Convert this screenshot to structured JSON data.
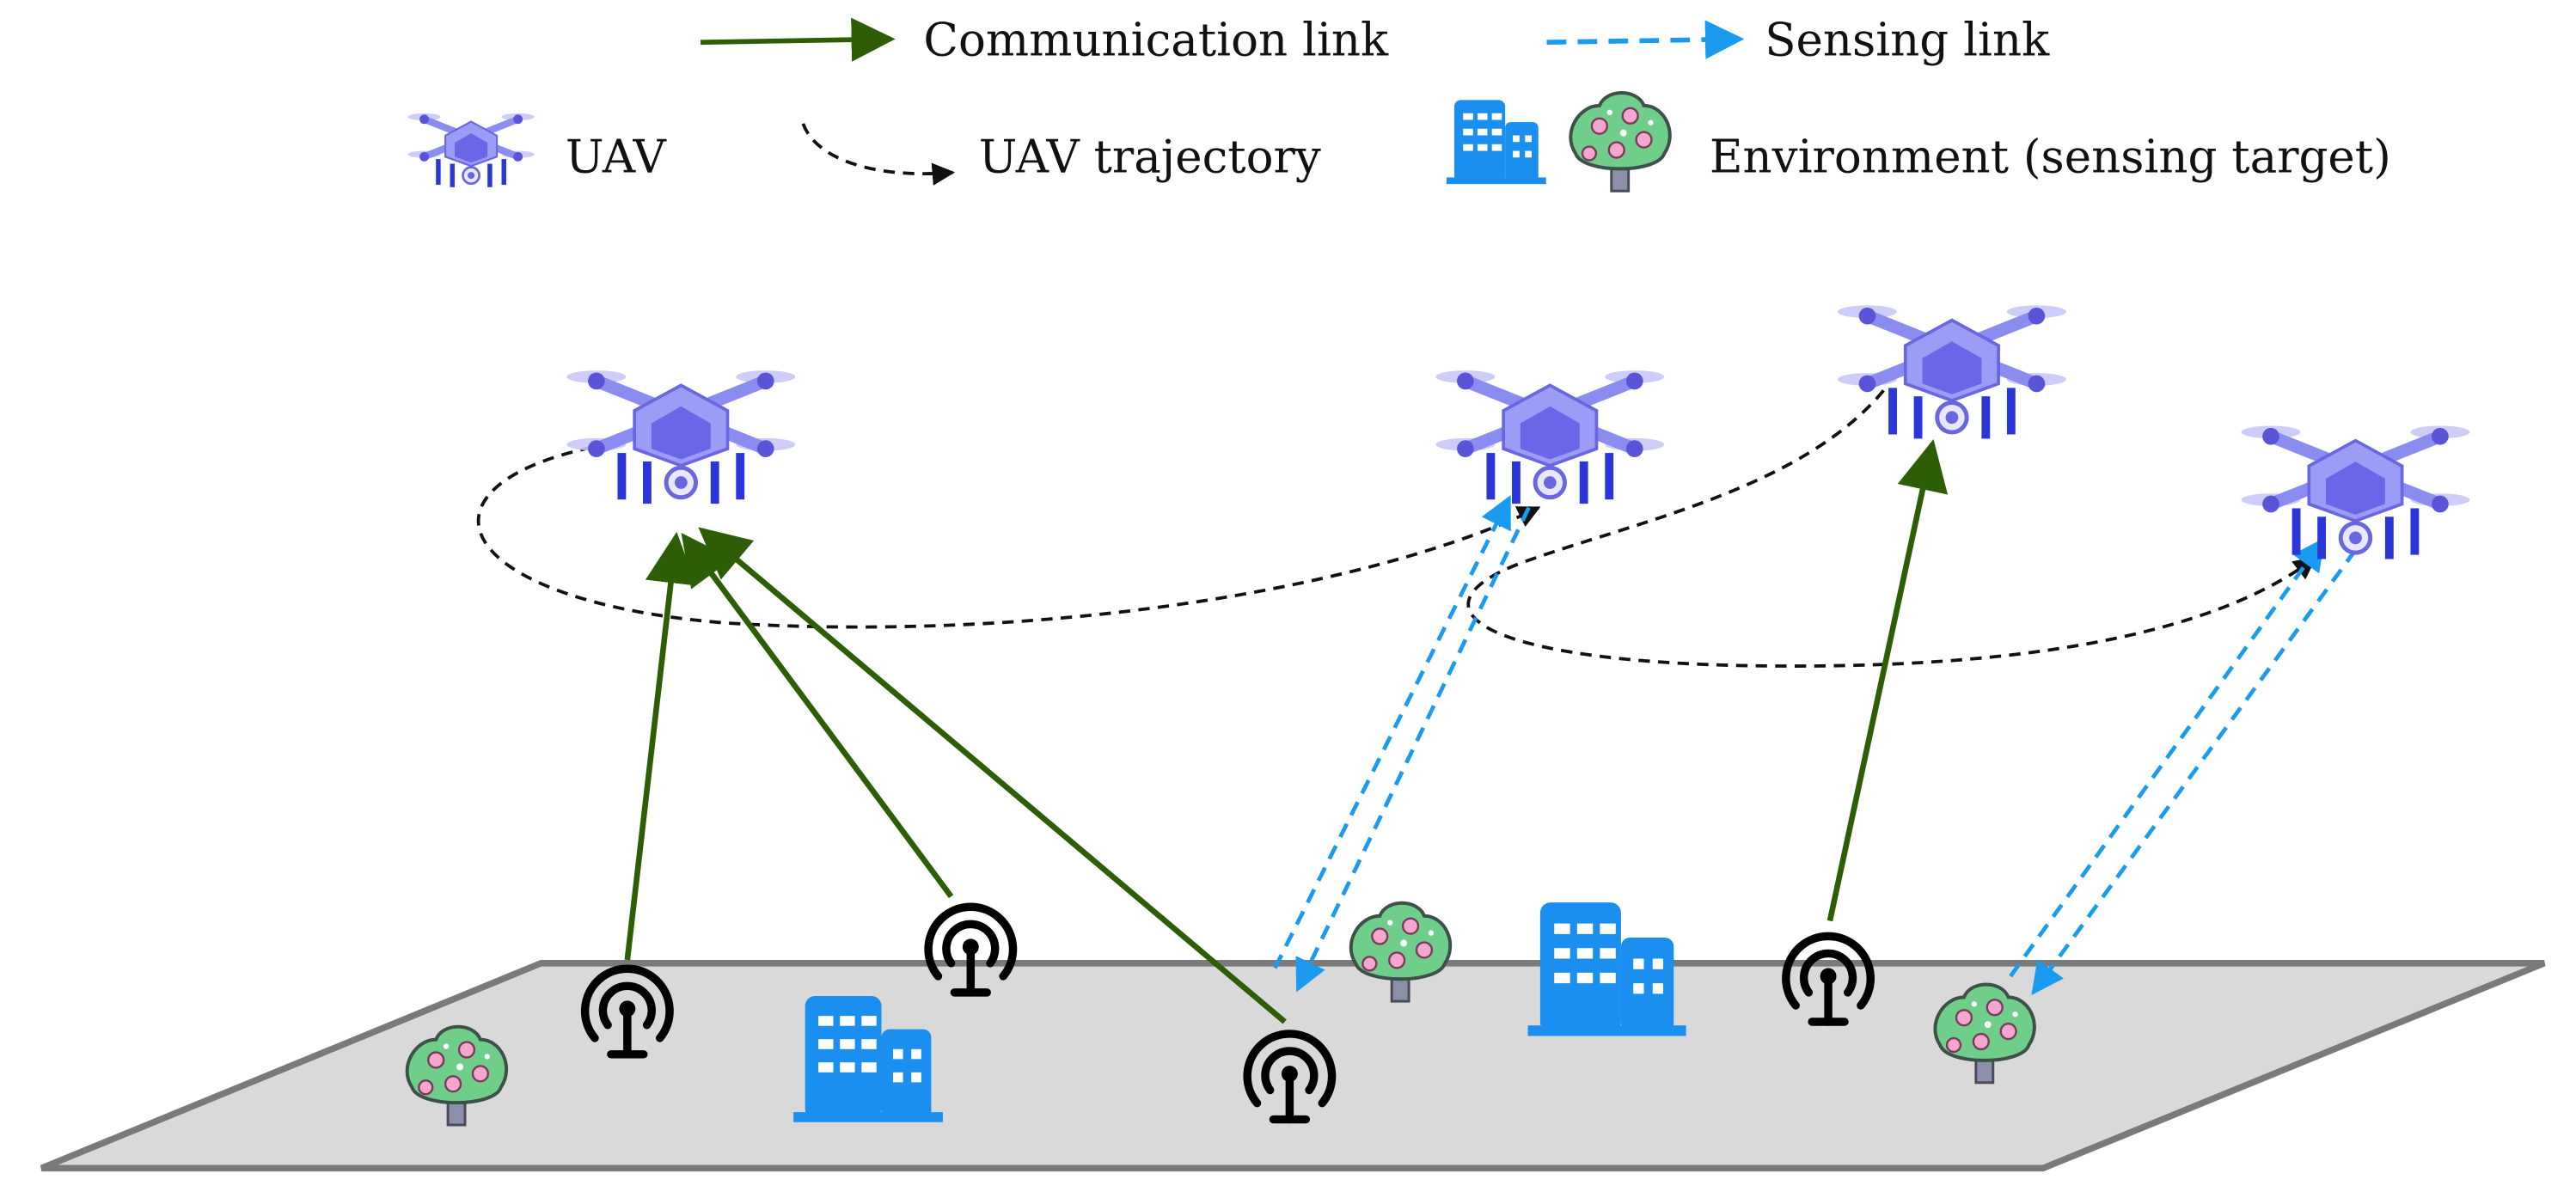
{
  "legend": {
    "communication_link": "Communication link",
    "sensing_link": "Sensing link",
    "uav": "UAV",
    "uav_trajectory": "UAV trajectory",
    "environment": "Environment (sensing target)"
  },
  "colors": {
    "communication": "#2d5e06",
    "sensing": "#1a9bf0",
    "trajectory": "#111111",
    "ground_fill": "#d9d9d9",
    "ground_stroke": "#7a7a7a",
    "building": "#1a8ff0",
    "uav_body": "#8a8cf0",
    "tree": "#6fcf8a"
  },
  "icons": [
    "uav-icon",
    "building-icon",
    "tree-icon",
    "antenna-icon"
  ]
}
